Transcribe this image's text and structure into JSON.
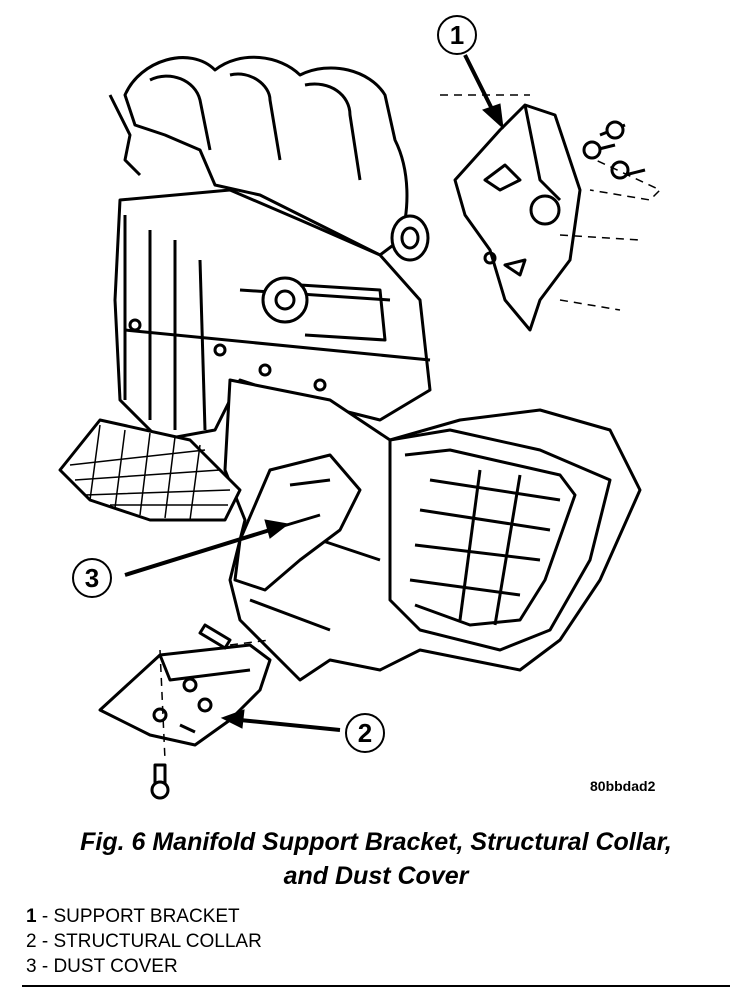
{
  "figure": {
    "image_code": "80bbdad2",
    "caption_line1": "Fig. 6 Manifold Support Bracket, Structural Collar,",
    "caption_line2": "and Dust Cover"
  },
  "callouts": [
    {
      "number": "1"
    },
    {
      "number": "2"
    },
    {
      "number": "3"
    }
  ],
  "legend": [
    {
      "number": "1",
      "text": " - SUPPORT BRACKET"
    },
    {
      "number": "2",
      "text": " - STRUCTURAL COLLAR"
    },
    {
      "number": "3",
      "text": " - DUST COVER"
    }
  ]
}
